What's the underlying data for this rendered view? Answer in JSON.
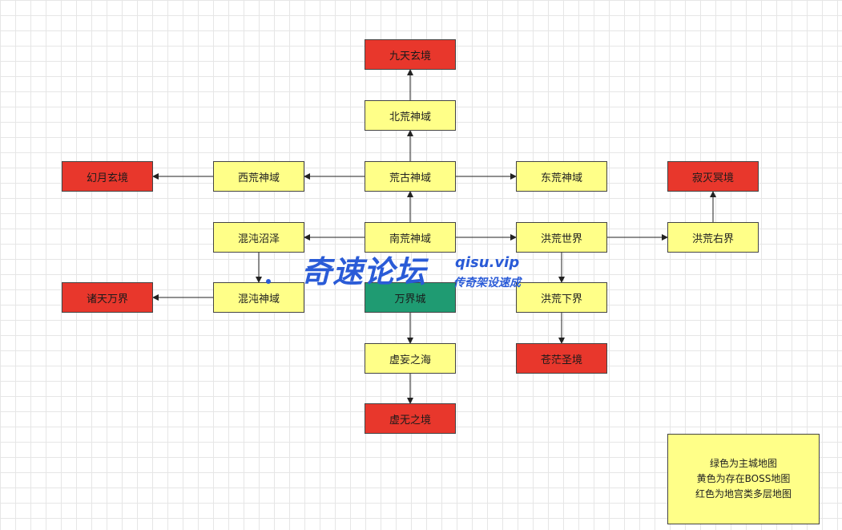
{
  "colors": {
    "red": "#e8372c",
    "yellow": "#ffff88",
    "green": "#1f9b72",
    "watermark": "#2a5bd7"
  },
  "nodes": {
    "jiutian": {
      "label": "九天玄境",
      "color": "red"
    },
    "beihuang": {
      "label": "北荒神域",
      "color": "yellow"
    },
    "huanggu": {
      "label": "荒古神域",
      "color": "yellow"
    },
    "xihuang": {
      "label": "西荒神域",
      "color": "yellow"
    },
    "dongxhuang": {
      "label": "东荒神域",
      "color": "yellow"
    },
    "huanyue": {
      "label": "幻月玄境",
      "color": "red"
    },
    "jimie": {
      "label": "寂灭冥境",
      "color": "red"
    },
    "hundun_zhaoze": {
      "label": "混沌沼泽",
      "color": "yellow"
    },
    "nanhuang": {
      "label": "南荒神域",
      "color": "yellow"
    },
    "honghuang_shijie": {
      "label": "洪荒世界",
      "color": "yellow"
    },
    "honghuang_youjie": {
      "label": "洪荒右界",
      "color": "yellow"
    },
    "zhutian": {
      "label": "诸天万界",
      "color": "red"
    },
    "hundun_shenyu": {
      "label": "混沌神域",
      "color": "yellow"
    },
    "wanjie": {
      "label": "万界城",
      "color": "green"
    },
    "honghuang_xiajie": {
      "label": "洪荒下界",
      "color": "yellow"
    },
    "xuwang": {
      "label": "虚妄之海",
      "color": "yellow"
    },
    "cangmang": {
      "label": "苍茫圣境",
      "color": "red"
    },
    "xuwu": {
      "label": "虚无之境",
      "color": "red"
    }
  },
  "edges": [
    [
      "beihuang",
      "jiutian"
    ],
    [
      "huanggu",
      "beihuang"
    ],
    [
      "nanhuang",
      "huanggu"
    ],
    [
      "huanggu",
      "xihuang"
    ],
    [
      "huanggu",
      "dongxhuang"
    ],
    [
      "xihuang",
      "huanyue"
    ],
    [
      "nanhuang",
      "hundun_zhaoze"
    ],
    [
      "nanhuang",
      "honghuang_shijie"
    ],
    [
      "honghuang_shijie",
      "honghuang_youjie"
    ],
    [
      "honghuang_youjie",
      "jimie"
    ],
    [
      "hundun_zhaoze",
      "hundun_shenyu"
    ],
    [
      "hundun_shenyu",
      "zhutian"
    ],
    [
      "honghuang_shijie",
      "honghuang_xiajie"
    ],
    [
      "honghuang_xiajie",
      "cangmang"
    ],
    [
      "wanjie",
      "xuwang"
    ],
    [
      "xuwang",
      "xuwu"
    ]
  ],
  "legend": {
    "line1": "绿色为主城地图",
    "line2": "黄色为存在BOSS地图",
    "line3": "红色为地宫类多层地图"
  },
  "watermark": {
    "main": "奇速论坛",
    "url": "qisu.vip",
    "tagline": "传奇架设速成"
  }
}
